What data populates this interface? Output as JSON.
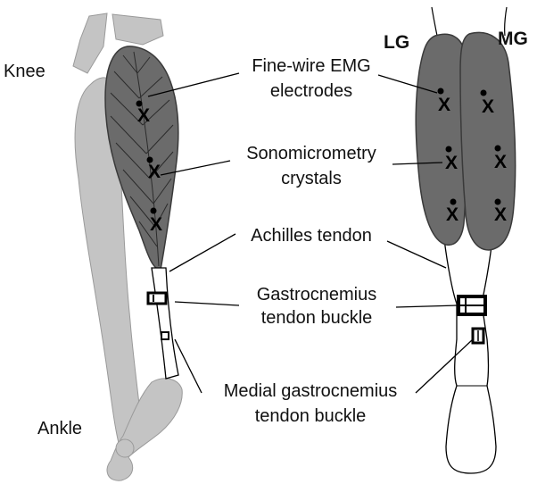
{
  "labels": {
    "knee": "Knee",
    "ankle": "Ankle",
    "lg": "LG",
    "mg": "MG",
    "fine_wire_line1": "Fine-wire EMG",
    "fine_wire_line2": "electrodes",
    "sono_line1": "Sonomicrometry",
    "sono_line2": "crystals",
    "achilles": "Achilles tendon",
    "gastro_buckle_line1": "Gastrocnemius",
    "gastro_buckle_line2": "tendon buckle",
    "medial_buckle_line1": "Medial gastrocnemius",
    "medial_buckle_line2": "tendon buckle"
  },
  "marks": {
    "crystal_x": "X"
  },
  "colors": {
    "bone": "#c4c4c4",
    "bone_stroke": "#9a9a9a",
    "muscle": "#6b6b6b",
    "muscle_stroke": "#3a3a3a",
    "tendon": "#ffffff",
    "outline": "#000000"
  }
}
